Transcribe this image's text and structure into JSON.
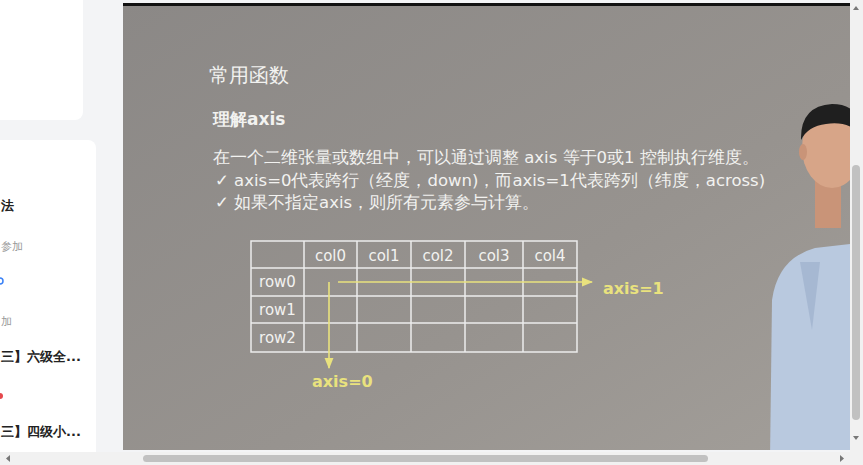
{
  "diagram": {
    "title": "常用函数",
    "labels": [
      "法",
      "参加",
      "加",
      "三】六级全...",
      "三】四级小...",
      "理解axis",
      "在一个二维张量或数组中，可以通过调整 axis 等于0或1 控制执行维度。",
      "✓ axis=0代表跨行（经度，down)，而axis=1代表跨列（纬度，across)",
      "✓ 如果不指定axis，则所有元素参与计算。",
      "col0",
      "col1",
      "col2",
      "col3",
      "col4",
      "row0",
      "row1",
      "row2",
      "axis=1",
      "axis=0"
    ]
  }
}
